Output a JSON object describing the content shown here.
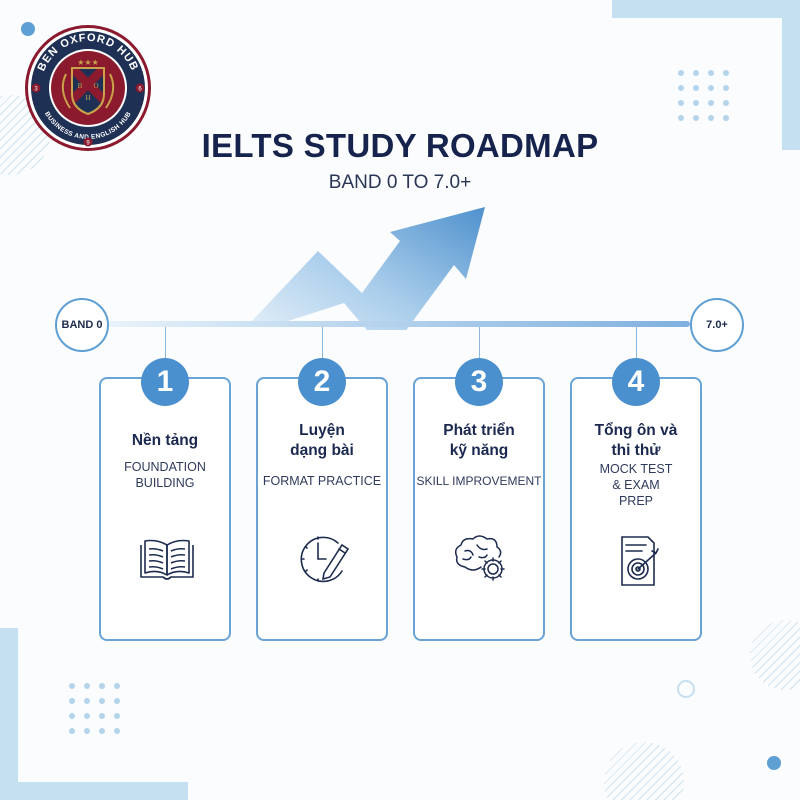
{
  "brand": {
    "name": "BEN OXFORD HUB",
    "tagline": "BUSINESS AND ENGLISH HUB",
    "initials": [
      "B",
      "O",
      "H"
    ],
    "badge_numbers": [
      "3",
      "6",
      "9"
    ],
    "colors": {
      "maroon": "#8b1a2e",
      "navy": "#1e3054",
      "gold": "#c9a24a"
    }
  },
  "header": {
    "title": "IELTS STUDY ROADMAP",
    "subtitle": "BAND 0 TO 7.0+"
  },
  "timeline": {
    "start_label": "BAND 0",
    "end_label": "7.0+",
    "arrow_icon": "trend-up-arrow-icon"
  },
  "steps": [
    {
      "number": "1",
      "title_vi": "Nền tảng",
      "title_en": "FOUNDATION BUILDING",
      "icon": "open-book-icon"
    },
    {
      "number": "2",
      "title_vi": "Luyện dạng bài",
      "title_en": "FORMAT PRACTICE",
      "icon": "clock-pencil-icon"
    },
    {
      "number": "3",
      "title_vi": "Phát triển kỹ năng",
      "title_en": "SKILL IMPROVEMENT",
      "icon": "brain-gear-icon"
    },
    {
      "number": "4",
      "title_vi": "Tổng ôn và thi thử",
      "title_en": "MOCK TEST & EXAM PREP",
      "icon": "document-target-icon"
    }
  ],
  "theme": {
    "accent": "#4a90cf",
    "card_border": "#6aa3d6",
    "title_color": "#16244d",
    "decor_light_blue": "#c5e0f0"
  }
}
